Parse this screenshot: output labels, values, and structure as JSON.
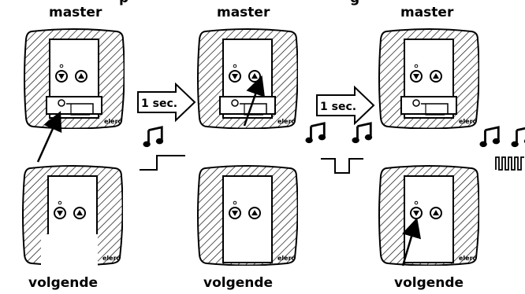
{
  "title_fragment": "p",
  "title_fragment_right": "g",
  "panels": [
    {
      "top_label": "master",
      "bottom_label": "volgende"
    },
    {
      "top_label": "master",
      "bottom_label": "volgende"
    },
    {
      "top_label": "master",
      "bottom_label": "volgende"
    }
  ],
  "brand": "elero",
  "steps": [
    {
      "label": "1 sec.",
      "signal": "step"
    },
    {
      "label": "1 sec.",
      "signal": "pulse"
    },
    {
      "label": "",
      "signal": "pulse-train"
    }
  ],
  "colors": {
    "ink": "#000000",
    "paper": "#ffffff"
  }
}
